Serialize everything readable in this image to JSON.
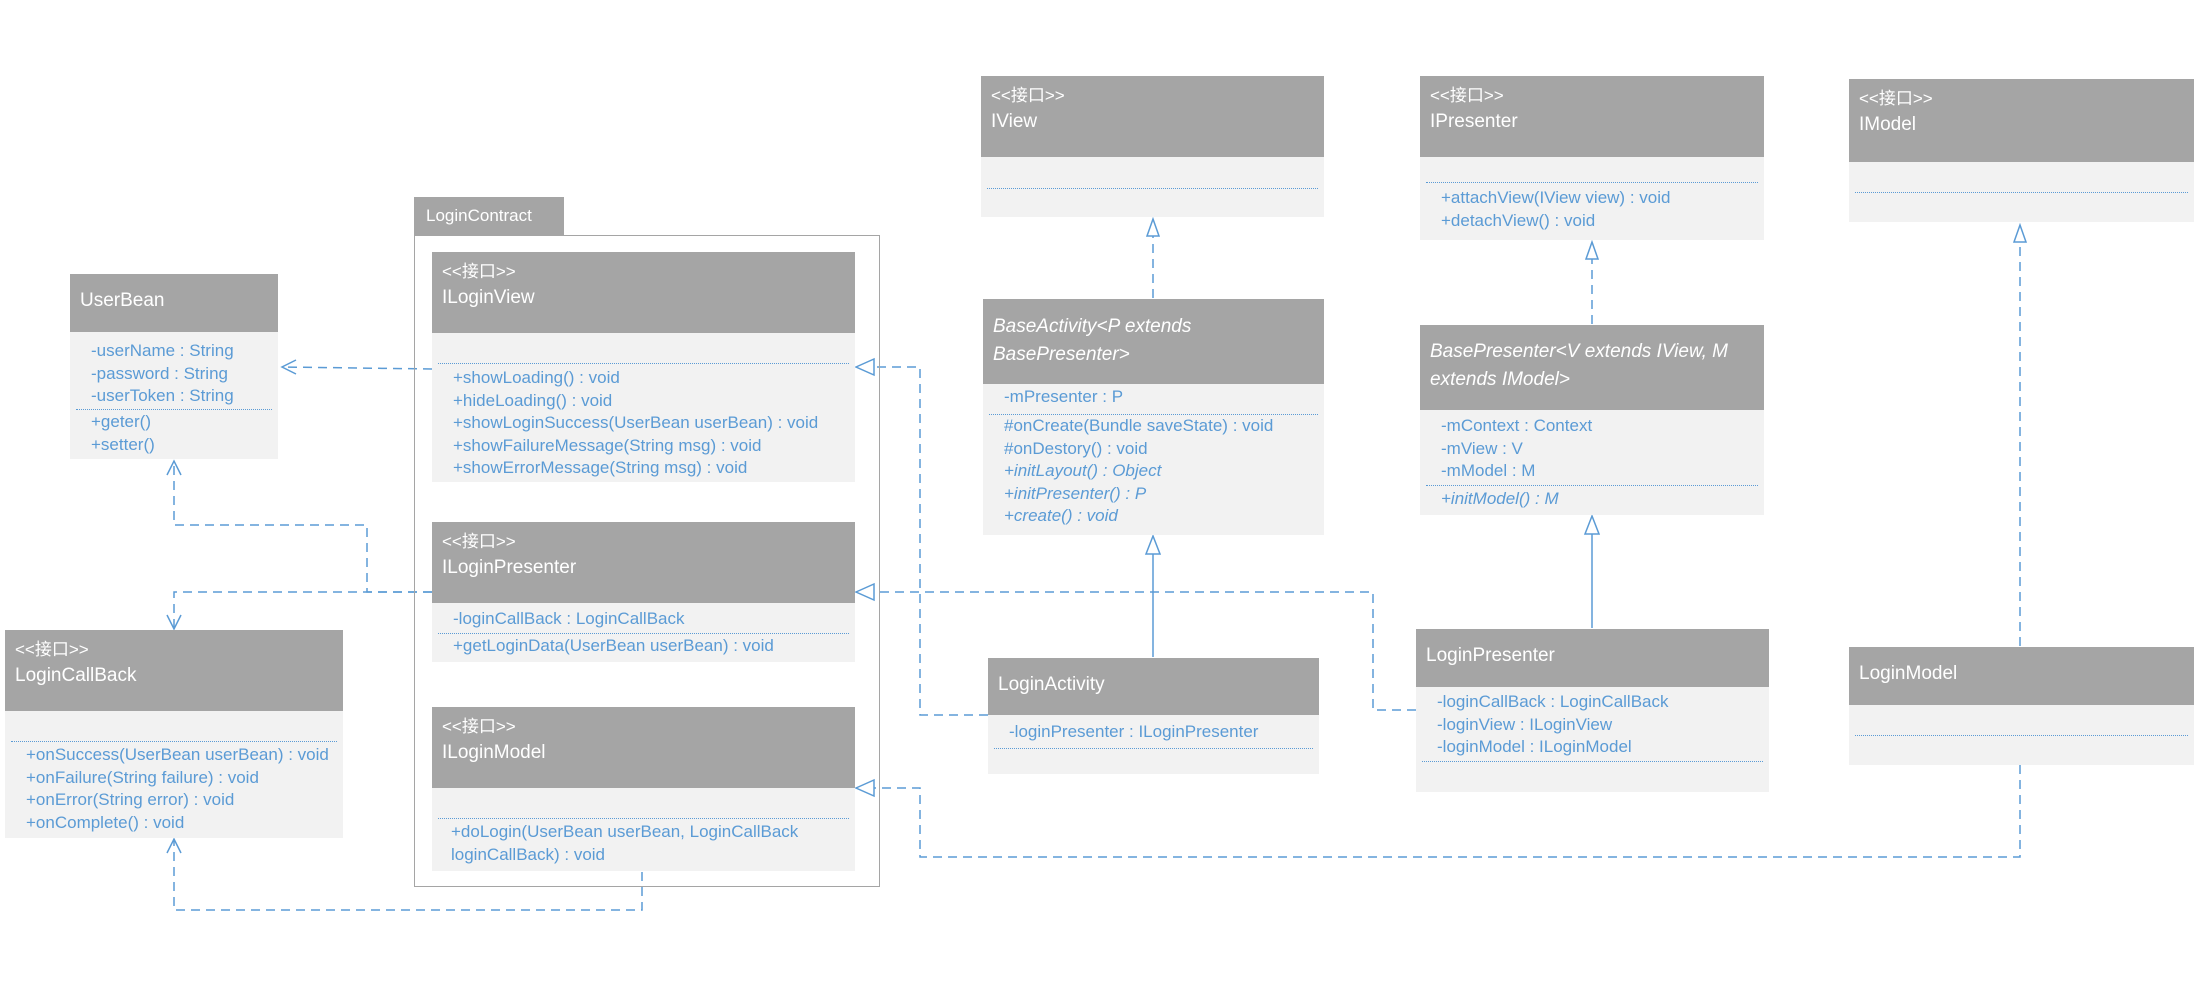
{
  "package": {
    "name": "LoginContract"
  },
  "classes": {
    "iview": {
      "stereotype": "<<接口>>",
      "name": "IView"
    },
    "ipresenter": {
      "stereotype": "<<接口>>",
      "name": "IPresenter",
      "methods": [
        "+attachView(IView view) : void",
        "+detachView() : void"
      ]
    },
    "imodel": {
      "stereotype": "<<接口>>",
      "name": "IModel"
    },
    "userbean": {
      "name": "UserBean",
      "attributes": [
        "-userName : String",
        "-password : String",
        "-userToken : String"
      ],
      "methods": [
        "+geter()",
        "+setter()"
      ]
    },
    "iloginview": {
      "stereotype": "<<接口>>",
      "name": "ILoginView",
      "methods": [
        "+showLoading() : void",
        "+hideLoading() : void",
        "+showLoginSuccess(UserBean userBean) : void",
        "+showFailureMessage(String msg) : void",
        "+showErrorMessage(String msg) : void"
      ]
    },
    "iloginpresenter": {
      "stereotype": "<<接口>>",
      "name": "ILoginPresenter",
      "attributes": [
        "-loginCallBack : LoginCallBack"
      ],
      "methods": [
        "+getLoginData(UserBean userBean) : void"
      ]
    },
    "iloginmodel": {
      "stereotype": "<<接口>>",
      "name": "ILoginModel",
      "methods": [
        "+doLogin(UserBean userBean, LoginCallBack",
        "loginCallBack) : void"
      ]
    },
    "logincallback": {
      "stereotype": "<<接口>>",
      "name": "LoginCallBack",
      "methods": [
        "+onSuccess(UserBean userBean) : void",
        "+onFailure(String failure) : void",
        "+onError(String error) : void",
        "+onComplete() : void"
      ]
    },
    "baseactivity": {
      "name_line1": "BaseActivity<P extends",
      "name_line2": "BasePresenter>",
      "attributes": [
        "-mPresenter : P"
      ],
      "methods": [
        "#onCreate(Bundle saveState) : void",
        "#onDestory() : void"
      ],
      "abstract_methods": [
        "+initLayout() : Object",
        "+initPresenter() : P",
        "+create() : void"
      ]
    },
    "basepresenter": {
      "name_line1": "BasePresenter<V extends IView, M",
      "name_line2": "extends IModel>",
      "attributes": [
        "-mContext : Context",
        "-mView : V",
        "-mModel : M"
      ],
      "abstract_methods": [
        "+initModel() : M"
      ]
    },
    "loginactivity": {
      "name": "LoginActivity",
      "attributes": [
        "-loginPresenter : ILoginPresenter"
      ]
    },
    "loginpresenter": {
      "name": "LoginPresenter",
      "attributes": [
        "-loginCallBack : LoginCallBack",
        "-loginView : ILoginView",
        "-loginModel : ILoginModel"
      ]
    },
    "loginmodel": {
      "name": "LoginModel"
    }
  },
  "colors": {
    "header": "#a5a5a5",
    "body": "#f2f2f2",
    "member_text": "#5b9bd5",
    "connector": "#5b9bd5"
  }
}
